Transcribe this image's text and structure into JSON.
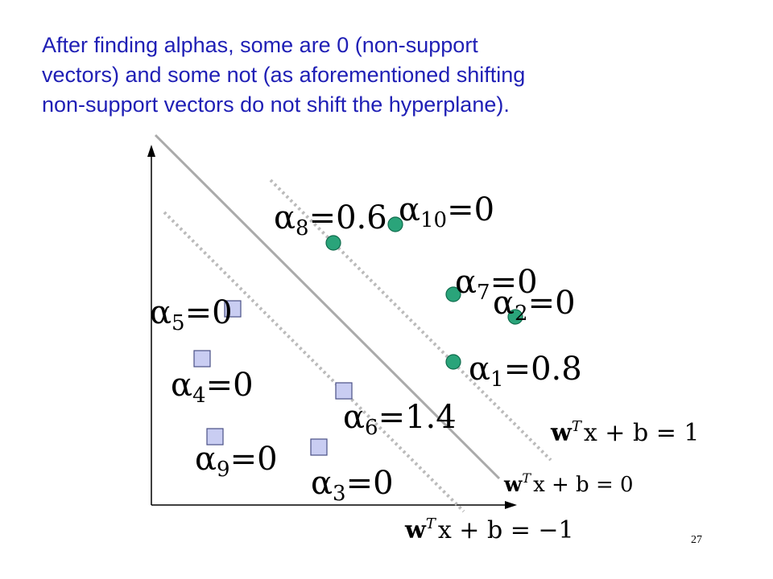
{
  "caption": {
    "lines": [
      "After finding alphas, some are 0 (non-support",
      "vectors) and some not (as aforementioned shifting",
      "non-support vectors do not shift the hyperplane)."
    ]
  },
  "colors": {
    "caption_text": "#1f1fb5",
    "positive_point_fill": "#2aa47a",
    "positive_point_stroke": "#0f6b4c",
    "negative_point_fill": "#c9cdf2",
    "negative_point_stroke": "#4a4f86",
    "hyperplane": "#aaaaaa",
    "margin_line": "#bbbbbb"
  },
  "icons": {
    "positive_point": "green-circle",
    "negative_point": "lavender-square"
  },
  "points": [
    {
      "id": "p1",
      "class": "positive",
      "symbol": "α",
      "sub": "1",
      "value": "=0.8",
      "support_vector": true
    },
    {
      "id": "p2",
      "class": "positive",
      "symbol": "α",
      "sub": "2",
      "value": "=0",
      "support_vector": false
    },
    {
      "id": "p7",
      "class": "positive",
      "symbol": "α",
      "sub": "7",
      "value": "=0",
      "support_vector": false
    },
    {
      "id": "p8",
      "class": "positive",
      "symbol": "α",
      "sub": "8",
      "value": "=0.6",
      "support_vector": true
    },
    {
      "id": "p10",
      "class": "positive",
      "symbol": "α",
      "sub": "10",
      "value": "=0",
      "support_vector": false
    },
    {
      "id": "p3",
      "class": "negative",
      "symbol": "α",
      "sub": "3",
      "value": "=0",
      "support_vector": false
    },
    {
      "id": "p4",
      "class": "negative",
      "symbol": "α",
      "sub": "4",
      "value": "=0",
      "support_vector": false
    },
    {
      "id": "p5",
      "class": "negative",
      "symbol": "α",
      "sub": "5",
      "value": "=0",
      "support_vector": false
    },
    {
      "id": "p6",
      "class": "negative",
      "symbol": "α",
      "sub": "6",
      "value": "=1.4",
      "support_vector": true
    },
    {
      "id": "p9",
      "class": "negative",
      "symbol": "α",
      "sub": "9",
      "value": "=0",
      "support_vector": false
    }
  ],
  "equations": {
    "positive_margin": {
      "w": "w",
      "sup": "T",
      "rest": "x + b = 1"
    },
    "hyperplane": {
      "w": "w",
      "sup": "T",
      "rest": "x + b = 0"
    },
    "negative_margin": {
      "w": "w",
      "sup": "T",
      "rest": "x + b = −1"
    }
  },
  "page_number": "27"
}
